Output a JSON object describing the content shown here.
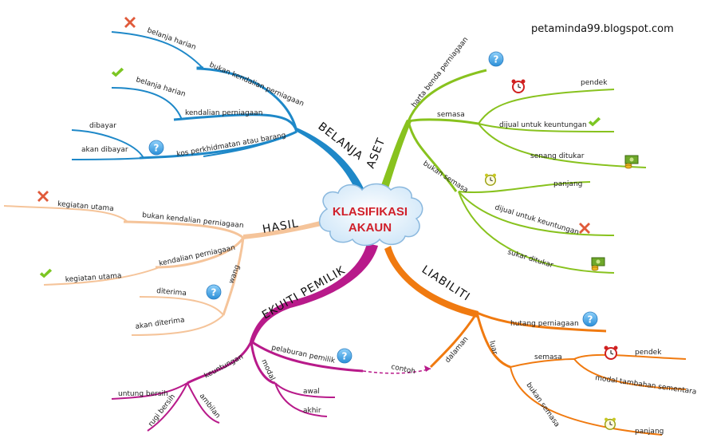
{
  "site": "petaminda99.blogspot.com",
  "center": {
    "line1": "KLASIFIKASI",
    "line2": "AKAUN"
  },
  "colors": {
    "belanja": "#1e88c8",
    "aset": "#88c21e",
    "hasil": "#f5c49a",
    "ekuiti": "#b81a8a",
    "liabiliti": "#f07a10",
    "title": "#d0202a"
  },
  "branches": {
    "belanja": {
      "name": "BELANJA",
      "bukan_kendalian": "bukan kendalian perniagaan",
      "bukan_kendalian_leaf": "belanja harian",
      "kendalian": "kendalian perniagaan",
      "kendalian_leaf": "belanja harian",
      "kos": "kos perkhidmatan atau barang",
      "dibayar": "dibayar",
      "akan_dibayar": "akan dibayar"
    },
    "aset": {
      "name": "ASET",
      "harta": "harta benda perniagaan",
      "semasa": "semasa",
      "pendek": "pendek",
      "dijual1": "dijual untuk keuntungan",
      "senang": "senang ditukar",
      "bukan_semasa": "bukan semasa",
      "panjang": "panjang",
      "dijual2": "dijual untuk keuntungan",
      "sukar": "sukar ditukar"
    },
    "hasil": {
      "name": "HASIL",
      "bukan_kendalian": "bukan kendalian perniagaan",
      "kegiatan1": "kegiatan utama",
      "kendalian": "kendalian perniagaan",
      "kegiatan2": "kegiatan utama",
      "wang": "wang",
      "diterima": "diterima",
      "akan_diterima": "akan diterima"
    },
    "ekuiti": {
      "name": "EKUITI PEMILIK",
      "pelaburan": "pelaburan pemilik",
      "contoh": "contoh",
      "modal": "modal",
      "awal": "awal",
      "akhir": "akhir",
      "keuntungan": "keuntungan",
      "untung": "untung bersih",
      "rugi": "rugi bersih",
      "ambilan": "ambilan"
    },
    "liabiliti": {
      "name": "LIABILITI",
      "hutang": "hutang perniagaan",
      "dalaman": "dalaman",
      "luar": "luar",
      "semasa": "semasa",
      "pendek": "pendek",
      "modal_tambahan": "modal tambahan sementara",
      "bukan_semasa": "bukan semasa",
      "panjang": "panjang"
    }
  },
  "icons": [
    "cross-icon",
    "check-icon",
    "question-icon",
    "alarm-clock-icon",
    "money-icon",
    "clock-icon"
  ]
}
